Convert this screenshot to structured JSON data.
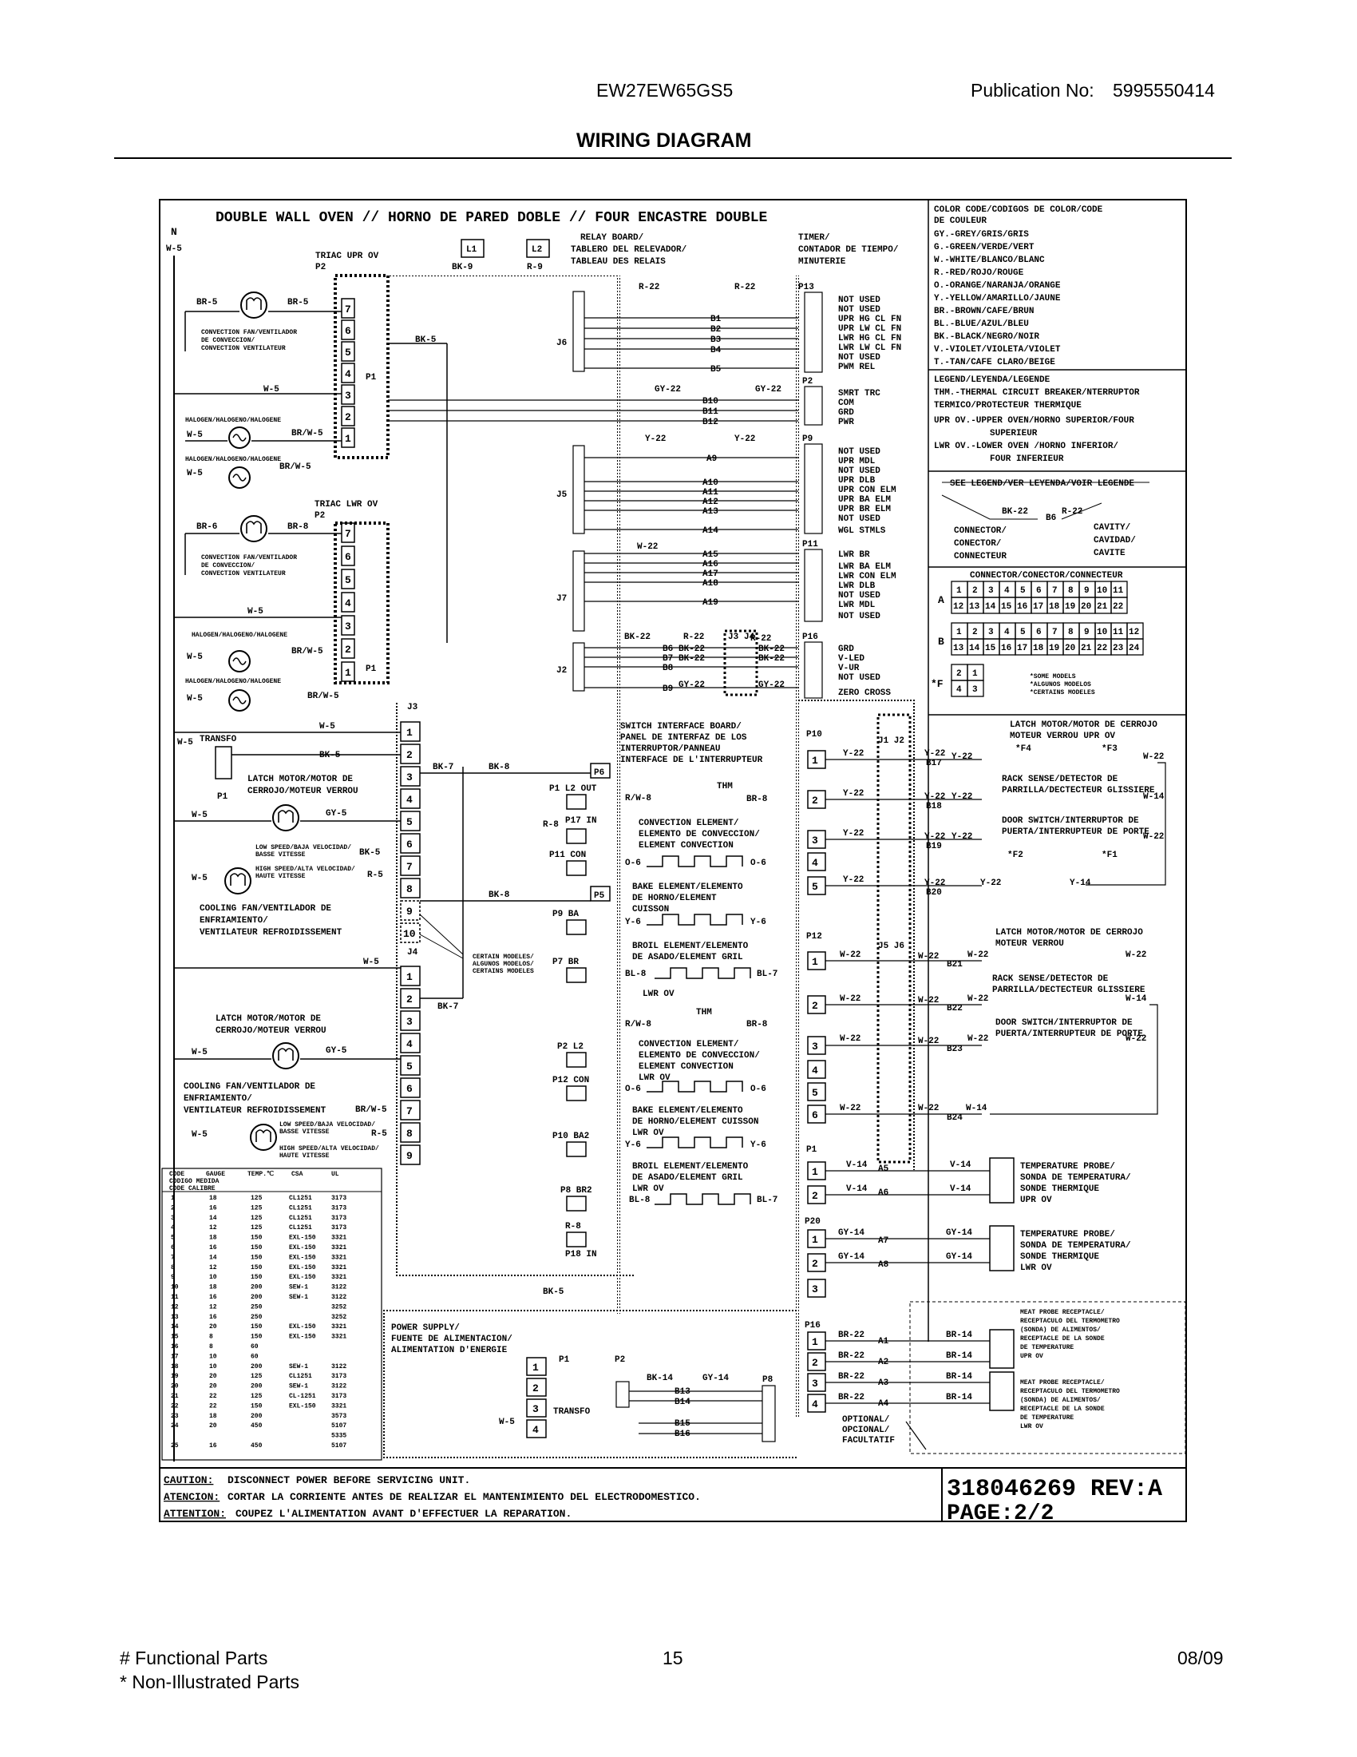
{
  "header": {
    "model": "EW27EW65GS5",
    "publication_label": "Publication No:",
    "publication_no": "5995550414",
    "title": "WIRING DIAGRAM"
  },
  "diagram": {
    "main_title": "DOUBLE WALL OVEN // HORNO DE PARED DOBLE // FOUR ENCASTRE DOUBLE",
    "relay_board": [
      "RELAY BOARD/",
      "TABLERO DEL RELEVADOR/",
      "TABLEAU DES RELAIS"
    ],
    "timer": [
      "TIMER/",
      "CONTADOR DE TIEMPO/",
      "MINUTERIE"
    ],
    "switch_interface": [
      "SWITCH INTERFACE BOARD/",
      "PANEL DE INTERFAZ DE LOS",
      "INTERRUPTOR/PANNEAU",
      "INTERFACE DE L'INTERRUPTEUR"
    ],
    "power_supply": [
      "POWER SUPPLY/",
      "FUENTE DE ALIMENTACION/",
      "ALIMENTATION D'ENERGIE"
    ],
    "triac_upr": "TRIAC UPR OV",
    "triac_lwr": "TRIAC LWR OV",
    "convection_fan": [
      "CONVECTION FAN/VENTILADOR",
      "DE CONVECCION/",
      "CONVECTION VENTILATEUR"
    ],
    "halogen": "HALOGEN/HALOGENO/HALOGENE",
    "latch_motor_upr": [
      "LATCH MOTOR/MOTOR DE",
      "CERROJO/MOTEUR VERROU"
    ],
    "cooling_fan": [
      "COOLING FAN/VENTILADOR DE",
      "ENFRIAMIENTO/",
      "VENTILATEUR REFROIDISSEMENT"
    ],
    "low_speed": [
      "LOW SPEED/BAJA VELOCIDAD/",
      "BASSE VITESSE"
    ],
    "high_speed": [
      "HIGH SPEED/ALTA VELOCIDAD/",
      "HAUTE VITESSE"
    ],
    "certain_models": [
      "CERTAIN MODELES/",
      "ALGUNOS MODELOS/",
      "CERTAINS MODELES"
    ],
    "convection_element": [
      "CONVECTION ELEMENT/",
      "ELEMENTO DE CONVECCION/",
      "ELEMENT CONVECTION"
    ],
    "bake_element": [
      "BAKE ELEMENT/ELEMENTO",
      "DE HORNO/ELEMENT",
      "CUISSON"
    ],
    "broil_element": [
      "BROIL ELEMENT/ELEMENTO",
      "DE ASADO/ELEMENT GRIL"
    ],
    "lwr_ov": "LWR OV",
    "thm": "THM",
    "transfo": "TRANSFO",
    "latch_motor_right_upr": [
      "LATCH MOTOR/MOTOR DE CERROJO",
      "MOTEUR VERROU UPR OV"
    ],
    "rack_sense": [
      "RACK SENSE/DETECTOR DE",
      "PARRILLA/DECTECTEUR GLISSIERE"
    ],
    "door_switch": [
      "DOOR SWITCH/INTERRUPTOR DE",
      "PUERTA/INTERRUPTEUR DE PORTE"
    ],
    "latch_motor_right_lwr": [
      "LATCH MOTOR/MOTOR DE CERROJO",
      "MOTEUR VERROU"
    ],
    "temp_probe_upr": [
      "TEMPERATURE PROBE/",
      "SONDA DE TEMPERATURA/",
      "SONDE THERMIQUE",
      "UPR OV"
    ],
    "temp_probe_lwr": [
      "TEMPERATURE PROBE/",
      "SONDA DE TEMPERATURA/",
      "SONDE THERMIQUE",
      "LWR OV"
    ],
    "meat_probe_upr": [
      "MEAT PROBE RECEPTACLE/",
      "RECEPTACULO DEL TERMOMETRO",
      "(SONDA) DE ALIMENTOS/",
      "RECEPTACLE DE LA SONDE",
      "DE TEMPERATURE",
      "UPR OV"
    ],
    "meat_probe_lwr": [
      "MEAT PROBE RECEPTACLE/",
      "RECEPTACULO DEL TERMOMETRO",
      "(SONDA) DE ALIMENTOS/",
      "RECEPTACLE DE LA SONDE",
      "DE TEMPERATURE",
      "LWR OV"
    ],
    "optional": [
      "OPTIONAL/",
      "OPCIONAL/",
      "FACULTATIF"
    ],
    "p13_labels": [
      "NOT USED",
      "NOT USED",
      "UPR HG CL FN",
      "UPR LW CL FN",
      "LWR HG CL FN",
      "LWR LW CL FN",
      "NOT USED",
      "PWM REL"
    ],
    "p2_labels": [
      "SMRT TRC",
      "COM",
      "GRD",
      "PWR"
    ],
    "p9_labels": [
      "NOT USED",
      "UPR MDL",
      "NOT USED",
      "UPR DLB",
      "UPR CON ELM",
      "UPR BA ELM",
      "UPR BR ELM",
      "NOT USED",
      "WGL STMLS"
    ],
    "p11_labels": [
      "LWR BR",
      "LWR BA ELM",
      "LWR CON ELM",
      "LWR DLB",
      "NOT USED",
      "LWR MDL",
      "NOT USED"
    ],
    "p16_labels": [
      "GRD",
      "V-LED",
      "V-UR",
      "NOT USED",
      "ZERO CROSS"
    ],
    "caution": "DISCONNECT POWER BEFORE SERVICING UNIT.",
    "atencion": "CORTAR LA CORRIENTE ANTES DE REALIZAR EL MANTENIMIENTO DEL ELECTRODOMESTICO.",
    "attention": "COUPEZ L'ALIMENTATION AVANT D'EFFECTUER LA REPARATION.",
    "caution_label": "CAUTION:",
    "atencion_label": "ATENCION:",
    "attention_label": "ATTENTION:",
    "part_number": "318046269 REV:A",
    "page": "PAGE:2/2"
  },
  "color_code": {
    "title": [
      "COLOR CODE/CODIGOS DE COLOR/CODE",
      "DE COULEUR"
    ],
    "entries": [
      "GY.-GREY/GRIS/GRIS",
      "G.-GREEN/VERDE/VERT",
      "W.-WHITE/BLANCO/BLANC",
      "R.-RED/ROJO/ROUGE",
      "O.-ORANGE/NARANJA/ORANGE",
      "Y.-YELLOW/AMARILLO/JAUNE",
      "BR.-BROWN/CAFE/BRUN",
      "BL.-BLUE/AZUL/BLEU",
      "BK.-BLACK/NEGRO/NOIR",
      "V.-VIOLET/VIOLETA/VIOLET",
      "T.-TAN/CAFE CLARO/BEIGE"
    ]
  },
  "legend": {
    "title": "LEGEND/LEYENDA/LEGENDE",
    "entries": [
      "THM.-THERMAL CIRCUIT BREAKER/NTERRUPTOR",
      "TERMICO/PROTECTEUR THERMIQUE",
      "UPR OV.-UPPER OVEN/HORNO SUPERIOR/FOUR",
      "SUPERIEUR",
      "LWR OV.-LOWER OVEN /HORNO INFERIOR/",
      "FOUR INFERIEUR"
    ],
    "see_legend": "SEE LEGEND/VER LEYENDA/VOIR LEGENDE",
    "connector": [
      "CONNECTOR/",
      "CONECTOR/",
      "CONNECTEUR"
    ],
    "cavity": [
      "CAVITY/",
      "CAVIDAD/",
      "CAVITE"
    ],
    "connector_title": "CONNECTOR/CONECTOR/CONNECTEUR",
    "some_models": [
      "*SOME MODELS",
      "*ALGUNOS MODELOS",
      "*CERTAINS MODELES"
    ]
  },
  "gauge_table": {
    "headers": [
      "CODE",
      "GAUGE",
      "TEMP.℃",
      "CSA",
      "UL"
    ],
    "subheaders": [
      "CODIGO MEDIDA",
      "CODE CALIBRE"
    ],
    "rows": [
      [
        "1",
        "18",
        "125",
        "CL1251",
        "3173"
      ],
      [
        "2",
        "16",
        "125",
        "CL1251",
        "3173"
      ],
      [
        "3",
        "14",
        "125",
        "CL1251",
        "3173"
      ],
      [
        "4",
        "12",
        "125",
        "CL1251",
        "3173"
      ],
      [
        "5",
        "18",
        "150",
        "EXL-150",
        "3321"
      ],
      [
        "6",
        "16",
        "150",
        "EXL-150",
        "3321"
      ],
      [
        "7",
        "14",
        "150",
        "EXL-150",
        "3321"
      ],
      [
        "8",
        "12",
        "150",
        "EXL-150",
        "3321"
      ],
      [
        "9",
        "10",
        "150",
        "EXL-150",
        "3321"
      ],
      [
        "10",
        "18",
        "200",
        "SEW-1",
        "3122"
      ],
      [
        "11",
        "16",
        "200",
        "SEW-1",
        "3122"
      ],
      [
        "12",
        "12",
        "250",
        "",
        "3252"
      ],
      [
        "13",
        "16",
        "250",
        "",
        "3252"
      ],
      [
        "14",
        "20",
        "150",
        "EXL-150",
        "3321"
      ],
      [
        "15",
        "8",
        "150",
        "EXL-150",
        "3321"
      ],
      [
        "16",
        "8",
        "60",
        "",
        ""
      ],
      [
        "17",
        "10",
        "60",
        "",
        ""
      ],
      [
        "18",
        "10",
        "200",
        "SEW-1",
        "3122"
      ],
      [
        "19",
        "20",
        "125",
        "CL1251",
        "3173"
      ],
      [
        "20",
        "20",
        "200",
        "SEW-1",
        "3122"
      ],
      [
        "21",
        "22",
        "125",
        "CL-1251",
        "3173"
      ],
      [
        "22",
        "22",
        "150",
        "EXL-150",
        "3321"
      ],
      [
        "23",
        "18",
        "200",
        "",
        "3573"
      ],
      [
        "24",
        "20",
        "450",
        "",
        "5107"
      ],
      [
        "",
        "",
        "",
        "",
        "5335"
      ],
      [
        "25",
        "16",
        "450",
        "",
        "5107"
      ]
    ]
  },
  "footer": {
    "functional": "# Functional Parts",
    "non_illustrated": "* Non-Illustrated Parts",
    "page_number": "15",
    "date": "08/09"
  }
}
